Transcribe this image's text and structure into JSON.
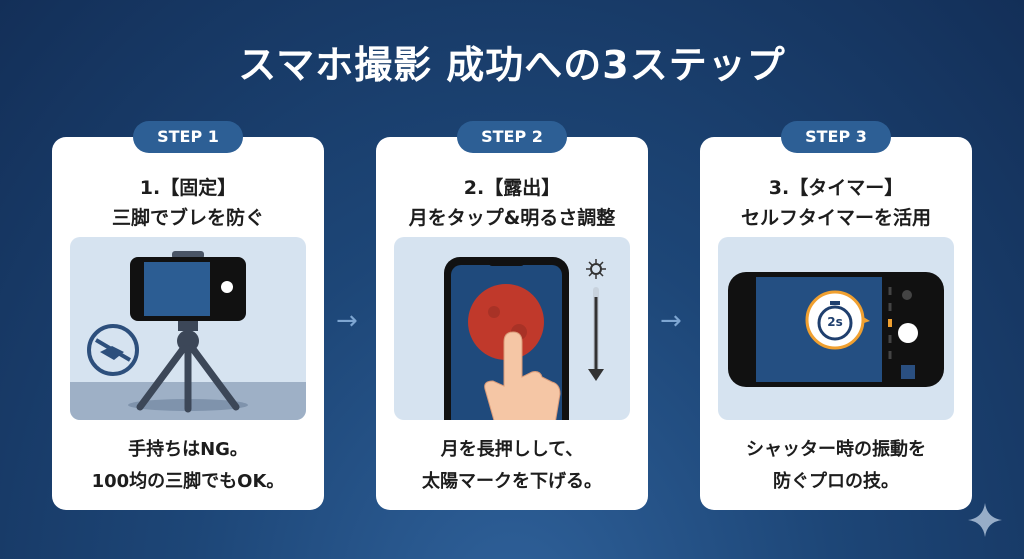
{
  "title": "スマホ撮影 成功への3ステップ",
  "steps": [
    {
      "badge": "STEP 1",
      "heading_line1": "1.【固定】",
      "heading_line2": "三脚でブレを防ぐ",
      "caption_line1": "手持ちはNG。",
      "caption_line2": "100均の三脚でもOK。"
    },
    {
      "badge": "STEP 2",
      "heading_line1": "2.【露出】",
      "heading_line2": "月をタップ&明るさ調整",
      "caption_line1": "月を長押しして、",
      "caption_line2": "太陽マークを下げる。"
    },
    {
      "badge": "STEP 3",
      "heading_line1": "3.【タイマー】",
      "heading_line2": "セルフタイマーを活用",
      "caption_line1": "シャッター時の振動を",
      "caption_line2": "防ぐプロの技。",
      "timer_label": "2s"
    }
  ],
  "arrow": "→",
  "colors": {
    "accent": "#2d5f95",
    "timer": "#f0a030",
    "moon": "#c0392b"
  }
}
